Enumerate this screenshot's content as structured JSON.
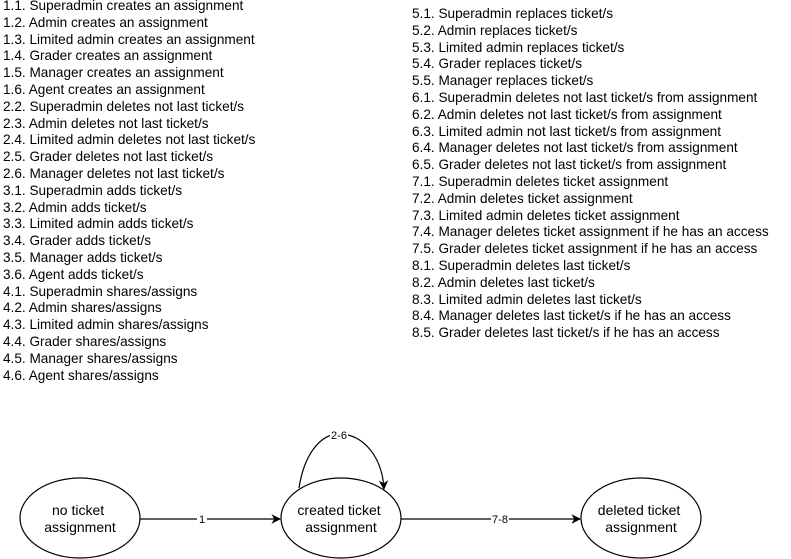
{
  "legend": {
    "left_column": [
      "1.1. Superadmin creates an assignment",
      "1.2. Admin creates an assignment",
      "1.3. Limited admin creates an assignment",
      "1.4. Grader creates an assignment",
      "1.5. Manager creates an assignment",
      "1.6. Agent creates an assignment",
      "2.2. Superadmin deletes not last ticket/s",
      "2.3. Admin deletes not last ticket/s",
      "2.4. Limited admin deletes not last ticket/s",
      "2.5. Grader deletes not last ticket/s",
      "2.6. Manager deletes not last ticket/s",
      "3.1. Superadmin adds ticket/s",
      "3.2. Admin adds ticket/s",
      "3.3. Limited admin adds ticket/s",
      "3.4. Grader adds ticket/s",
      "3.5. Manager adds ticket/s",
      "3.6. Agent adds ticket/s",
      "4.1. Superadmin shares/assigns",
      "4.2. Admin shares/assigns",
      "4.3. Limited admin shares/assigns",
      "4.4. Grader shares/assigns",
      "4.5. Manager shares/assigns",
      "4.6. Agent shares/assigns"
    ],
    "right_column": [
      "5.1. Superadmin replaces ticket/s",
      "5.2. Admin replaces ticket/s",
      "5.3. Limited admin replaces ticket/s",
      "5.4. Grader replaces ticket/s",
      "5.5. Manager replaces ticket/s",
      "6.1. Superadmin deletes not last ticket/s from assignment",
      "6.2. Admin deletes not last ticket/s from assignment",
      "6.3. Limited admin not last ticket/s from assignment",
      "6.4. Manager deletes not last ticket/s from assignment",
      "6.5. Grader deletes not last ticket/s from assignment",
      "7.1. Superadmin deletes ticket assignment",
      "7.2. Admin deletes ticket assignment",
      "7.3. Limited admin deletes ticket assignment",
      "7.4. Manager deletes ticket assignment if he has an access",
      "7.5. Grader deletes ticket assignment if he has an access",
      "8.1. Superadmin deletes last ticket/s",
      "8.2. Admin deletes last ticket/s",
      "8.3. Limited admin deletes last ticket/s",
      "8.4. Manager deletes last ticket/s if he has an access",
      "8.5. Grader deletes last ticket/s if he has an access"
    ]
  },
  "diagram": {
    "states": [
      {
        "id": "no-ticket-assignment",
        "lines": [
          "no ticket",
          "assignment"
        ]
      },
      {
        "id": "created-ticket-assignment",
        "lines": [
          "created ticket",
          "assignment"
        ]
      },
      {
        "id": "deleted-ticket-assignment",
        "lines": [
          "deleted ticket",
          "assignment"
        ]
      }
    ],
    "transitions": [
      {
        "from": "no-ticket-assignment",
        "to": "created-ticket-assignment",
        "label": "1"
      },
      {
        "from": "created-ticket-assignment",
        "to": "created-ticket-assignment",
        "label": "2-6"
      },
      {
        "from": "created-ticket-assignment",
        "to": "deleted-ticket-assignment",
        "label": "7-8"
      }
    ],
    "colors": {
      "stroke": "#000000",
      "fill": "#ffffff",
      "text": "#000000"
    }
  }
}
